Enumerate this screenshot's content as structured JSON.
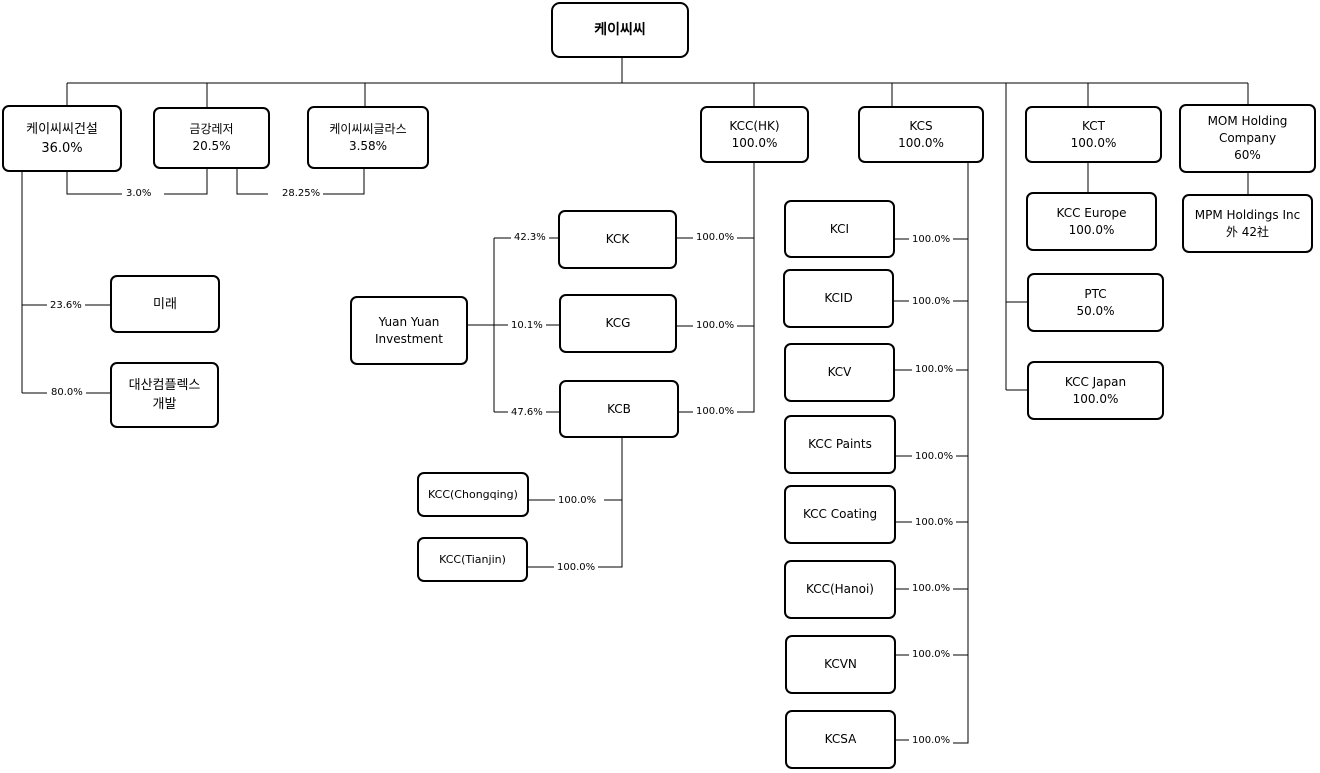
{
  "root": {
    "name": "케이씨씨"
  },
  "kcc_construction": {
    "name": "케이씨씨건설",
    "pct": "36.0%"
  },
  "geumgang": {
    "name": "금강레저",
    "pct": "20.5%"
  },
  "kcc_glass": {
    "name": "케이씨씨글라스",
    "pct": "3.58%"
  },
  "cross_holdings": {
    "construction_geumgang": "3.0%",
    "geumgang_glass": "28.25%"
  },
  "mirae": {
    "name": "미래",
    "pct": "23.6%"
  },
  "daesan": {
    "name_line1": "대산컴플렉스",
    "name_line2": "개발",
    "pct": "80.0%"
  },
  "kcc_hk": {
    "name": "KCC(HK)",
    "pct": "100.0%"
  },
  "yuan_yuan": {
    "name_line1": "Yuan Yuan",
    "name_line2": "Investment"
  },
  "kck": {
    "name": "KCK",
    "yy_pct": "42.3%",
    "hk_pct": "100.0%"
  },
  "kcg": {
    "name": "KCG",
    "yy_pct": "10.1%",
    "hk_pct": "100.0%"
  },
  "kcb": {
    "name": "KCB",
    "yy_pct": "47.6%",
    "hk_pct": "100.0%"
  },
  "chongqing": {
    "name": "KCC(Chongqing)",
    "pct": "100.0%"
  },
  "tianjin": {
    "name": "KCC(Tianjin)",
    "pct": "100.0%"
  },
  "kcs": {
    "name": "KCS",
    "pct": "100.0%"
  },
  "kcs_subs": [
    {
      "name": "KCI",
      "pct": "100.0%"
    },
    {
      "name": "KCID",
      "pct": "100.0%"
    },
    {
      "name": "KCV",
      "pct": "100.0%"
    },
    {
      "name": "KCC Paints",
      "pct": "100.0%"
    },
    {
      "name": "KCC Coating",
      "pct": "100.0%"
    },
    {
      "name": "KCC(Hanoi)",
      "pct": "100.0%"
    },
    {
      "name": "KCVN",
      "pct": "100.0%"
    },
    {
      "name": "KCSA",
      "pct": "100.0%"
    }
  ],
  "kct": {
    "name": "KCT",
    "pct": "100.0%"
  },
  "kcc_europe": {
    "name": "KCC Europe",
    "pct": "100.0%"
  },
  "ptc": {
    "name": "PTC",
    "pct": "50.0%"
  },
  "kcc_japan": {
    "name": "KCC Japan",
    "pct": "100.0%"
  },
  "mom": {
    "name_line1": "MOM Holding",
    "name_line2": "Company",
    "pct": "60%"
  },
  "mpm": {
    "name_line1": "MPM Holdings Inc",
    "name_line2": "外 42社"
  }
}
